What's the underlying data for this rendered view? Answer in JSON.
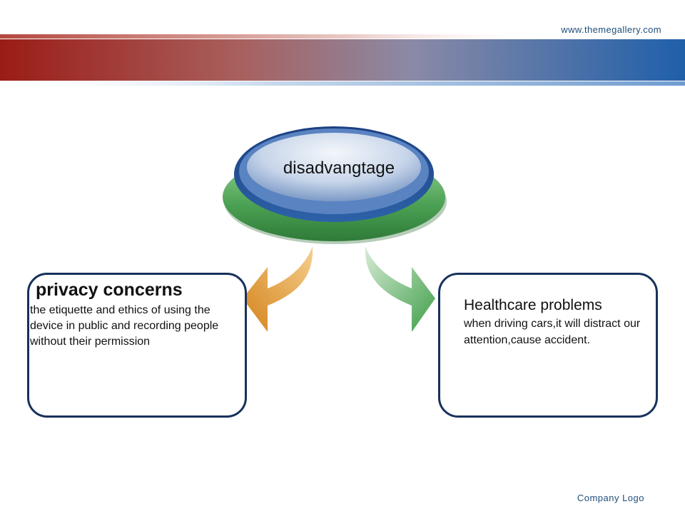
{
  "header": {
    "site_url": "www.themegallery.com"
  },
  "diagram": {
    "center": {
      "label": "disadvangtage"
    },
    "left": {
      "title": "privacy concerns",
      "text": "the etiquette and ethics of using the device in public and recording people without their permission"
    },
    "right": {
      "title": "Healthcare problems",
      "text": "when driving cars,it will distract our attention,cause accident."
    }
  },
  "footer": {
    "company_logo": "Company  Logo"
  },
  "colors": {
    "banner_left": "#9b1c16",
    "banner_right": "#1f5faa",
    "box_border": "#17315c",
    "ellipse_green": "#4aa052",
    "ellipse_blue": "#2d62a8",
    "arrow_orange": "#d98a1f",
    "arrow_green": "#3f9e48"
  }
}
